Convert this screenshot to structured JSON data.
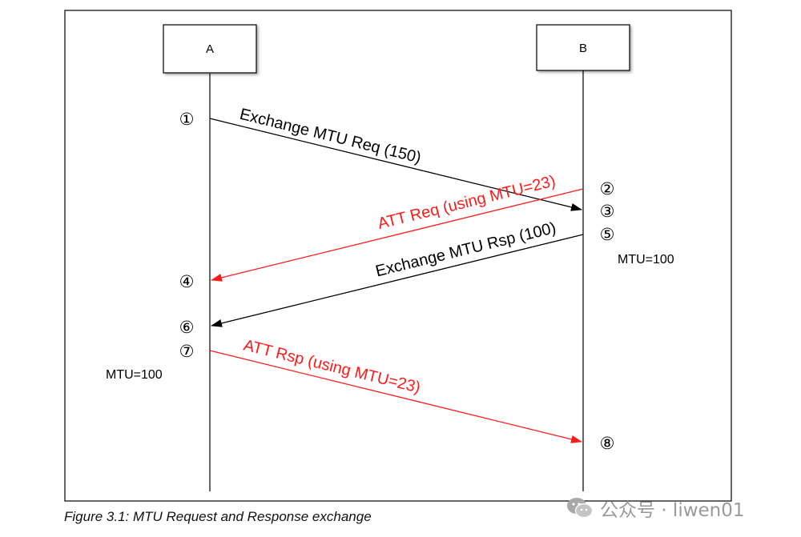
{
  "participants": [
    {
      "name": "A"
    },
    {
      "name": "B"
    }
  ],
  "messages": [
    {
      "label": "Exchange MTU Req (150)",
      "from": "A",
      "to": "B",
      "color": "#000000"
    },
    {
      "label": "ATT Req (using MTU=23)",
      "from": "B",
      "to": "A",
      "color": "#ff1a1a"
    },
    {
      "label": "Exchange MTU Rsp (100)",
      "from": "B",
      "to": "A",
      "color": "#000000"
    },
    {
      "label": "ATT Rsp (using MTU=23)",
      "from": "A",
      "to": "B",
      "color": "#ff1a1a"
    }
  ],
  "steps": {
    "s1": "①",
    "s2": "②",
    "s3": "③",
    "s4": "④",
    "s5": "⑤",
    "s6": "⑥",
    "s7": "⑦",
    "s8": "⑧"
  },
  "notes": {
    "mtu_b": "MTU=100",
    "mtu_a": "MTU=100"
  },
  "caption": "Figure 3.1:  MTU Request and Response exchange",
  "watermark": {
    "text": "公众号 · liwen01",
    "icon": "wechat-icon"
  },
  "colors": {
    "black_message": "#000000",
    "red_message": "#ff1a1a",
    "watermark": "#9a9a9a"
  }
}
